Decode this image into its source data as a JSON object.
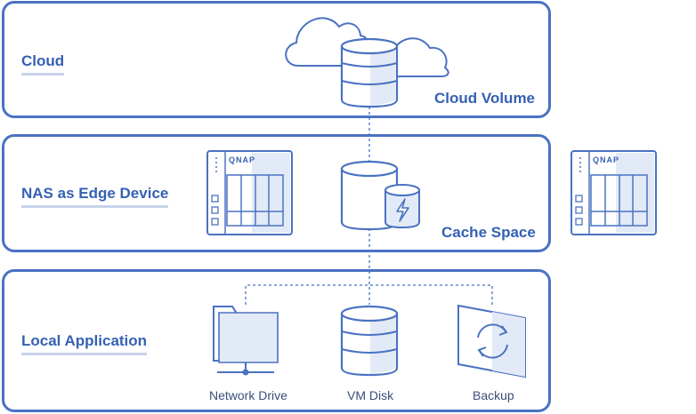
{
  "layers": {
    "cloud": {
      "label": "Cloud",
      "caption": "Cloud Volume"
    },
    "nas": {
      "label": "NAS as Edge Device",
      "caption": "Cache Space",
      "brand": "QNAP"
    },
    "local": {
      "label": "Local Application",
      "items": [
        {
          "label": "Network Drive",
          "icon": "folder-network-icon"
        },
        {
          "label": "VM Disk",
          "icon": "database-icon"
        },
        {
          "label": "Backup",
          "icon": "backup-sync-icon"
        }
      ]
    }
  },
  "standalone_device": {
    "brand": "QNAP"
  },
  "colors": {
    "stroke": "#4a72c2",
    "fill_light": "#e3eaf7",
    "text": "#3561b3"
  }
}
